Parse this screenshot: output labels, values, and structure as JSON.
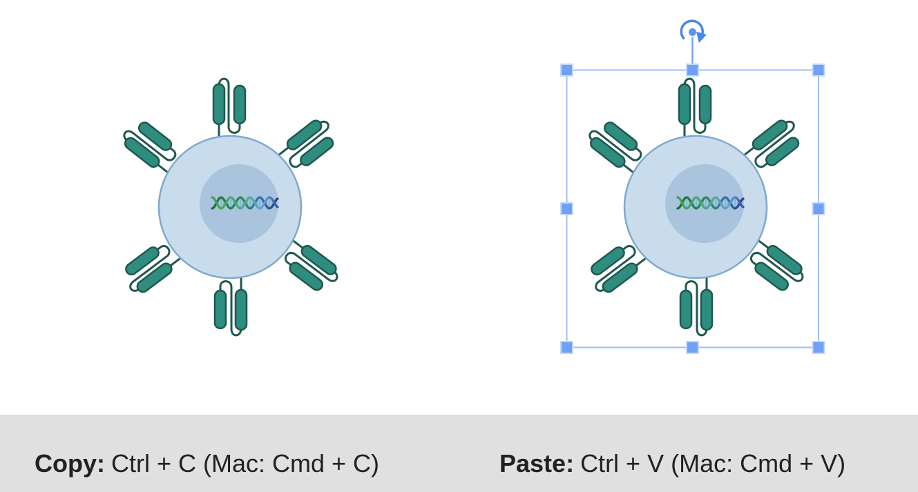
{
  "figures": {
    "original": {
      "name": "cell with antibody receptors",
      "selected": false
    },
    "pasted_copy": {
      "name": "cell with antibody receptors (pasted copy)",
      "selected": true
    }
  },
  "selection": {
    "handle_count": 8,
    "has_rotation_handle": true
  },
  "shortcut_bar": {
    "copy_label": "Copy:",
    "copy_keys": "Ctrl + C (Mac: Cmd + C)",
    "paste_label": "Paste:",
    "paste_keys": "Ctrl + V (Mac: Cmd + V)"
  },
  "colors": {
    "canvas_background": "#ffffff",
    "bar_background": "#e0e0e0",
    "text": "#212121",
    "cell_body": "#c9dceb",
    "cell_outline": "#7fa9ce",
    "nucleus": "#a9c4dc",
    "receptor_fill": "#2f8d80",
    "receptor_outline": "#1e584e",
    "dna_green": "#1e6b2e",
    "dna_blue": "#2c4f9e",
    "dna_rung": "#7cb8cf",
    "selection_border": "#9dbef9",
    "selection_handle": "#70a0f7",
    "rotate_icon": "#4c84f1"
  }
}
